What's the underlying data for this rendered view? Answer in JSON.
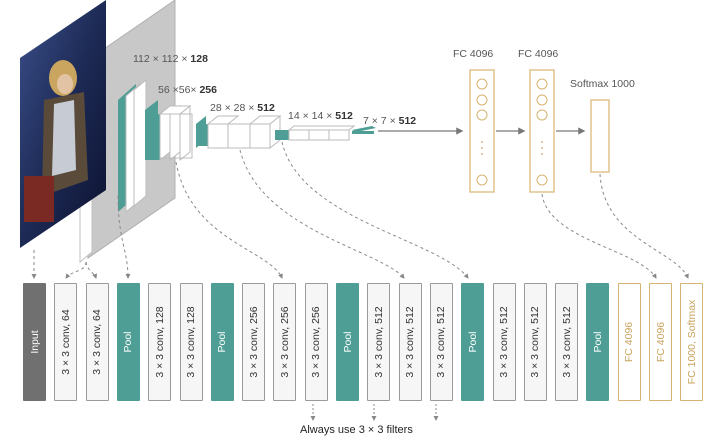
{
  "feature_maps": {
    "s128": {
      "dims": "112 × 112 × ",
      "depth": "128"
    },
    "s256": {
      "dims": "56 ×56× ",
      "depth": "256"
    },
    "s512a": {
      "dims": "28 × 28 × ",
      "depth": "512"
    },
    "s512b": {
      "dims": "14 × 14 × ",
      "depth": "512"
    },
    "s512c": {
      "dims": "7 × 7 × ",
      "depth": "512"
    }
  },
  "dense_layers": {
    "fc1": "FC 4096",
    "fc2": "FC 4096",
    "softmax": "Softmax 1000"
  },
  "layers": [
    {
      "label": "Input",
      "kind": "input"
    },
    {
      "label": "3 × 3 conv, 64",
      "kind": "conv"
    },
    {
      "label": "3 × 3 conv, 64",
      "kind": "conv"
    },
    {
      "label": "Pool",
      "kind": "pool"
    },
    {
      "label": "3 × 3 conv, 128",
      "kind": "conv"
    },
    {
      "label": "3 × 3 conv, 128",
      "kind": "conv"
    },
    {
      "label": "Pool",
      "kind": "pool"
    },
    {
      "label": "3 × 3 conv, 256",
      "kind": "conv"
    },
    {
      "label": "3 × 3 conv, 256",
      "kind": "conv"
    },
    {
      "label": "3 × 3 conv, 256",
      "kind": "conv"
    },
    {
      "label": "Pool",
      "kind": "pool"
    },
    {
      "label": "3 × 3 conv, 512",
      "kind": "conv"
    },
    {
      "label": "3 × 3 conv, 512",
      "kind": "conv"
    },
    {
      "label": "3 × 3 conv, 512",
      "kind": "conv"
    },
    {
      "label": "Pool",
      "kind": "pool"
    },
    {
      "label": "3 × 3 conv, 512",
      "kind": "conv"
    },
    {
      "label": "3 × 3 conv, 512",
      "kind": "conv"
    },
    {
      "label": "3 × 3 conv, 512",
      "kind": "conv"
    },
    {
      "label": "Pool",
      "kind": "pool"
    },
    {
      "label": "FC 4096",
      "kind": "fc"
    },
    {
      "label": "FC 4096",
      "kind": "fc"
    },
    {
      "label": "FC 1000, Softmax",
      "kind": "fc"
    }
  ],
  "footnote": {
    "prefix": "Always use ",
    "emph": "3 × 3",
    "suffix": " filters"
  },
  "colors": {
    "pool": "#4e9e95",
    "input": "#707070",
    "fc": "#d7b372",
    "conv_border": "#9a9a9a"
  }
}
